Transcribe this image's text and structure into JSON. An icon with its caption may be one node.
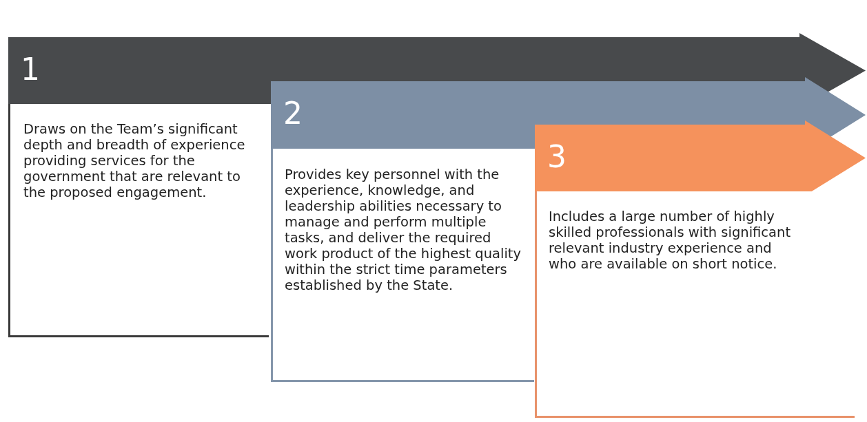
{
  "diagram": {
    "nodes": [
      {
        "text": [
          "1",
          "Draws on the Team’s significant depth and breadth of experience providing services for the government that are relevant to the proposed engagement."
        ]
      },
      {
        "text": [
          "2",
          "Provides key personnel with the experience, knowledge, and leadership abilities necessary to manage and perform multiple tasks, and deliver the required work product of the highest quality within the strict time parameters established by the State."
        ]
      },
      {
        "text": [
          "3",
          "Includes a large number of highly skilled professionals with significant relevant industry experience and who are available on short notice."
        ]
      }
    ],
    "edges": []
  }
}
